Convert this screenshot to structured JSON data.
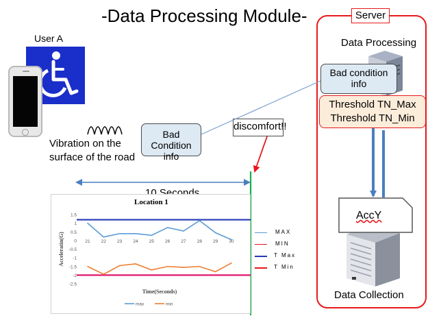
{
  "title": "-Data Processing Module-",
  "user_label": "User A",
  "vibration_caption": [
    "Vibration on the",
    "surface of the road"
  ],
  "bad_condition_left": [
    "Bad Condition",
    "info"
  ],
  "bad_condition_right": [
    "Bad condition",
    "info"
  ],
  "discomfort_label": "discomfort!!",
  "server_label": "Server",
  "data_processing_label": "Data Processing",
  "threshold_lines": [
    "Threshold TN_Max",
    "Threshold TN_Min"
  ],
  "acc_label": "AccY",
  "data_collection_label": "Data Collection",
  "ten_seconds_label": "10 Seconds",
  "colors": {
    "server_red": "#e8181b",
    "info_box_fill": "#dde9f3",
    "threshold_fill": "#fcecda",
    "arrow_blue": "#4a7fc1",
    "wheelchair_blue": "#1a2ec9",
    "green_line": "#12b14a"
  },
  "chart_data": {
    "type": "line",
    "title": "Location 1",
    "xlabel": "Time(Seconds)",
    "ylabel": "Acceleratin(G)",
    "categories": [
      21,
      22,
      23,
      24,
      25,
      26,
      27,
      28,
      29,
      30
    ],
    "yticks": [
      1.5,
      1,
      0.5,
      0,
      -0.5,
      -1,
      -1.5,
      -2,
      -2.5
    ],
    "ylim": [
      -2.5,
      1.5
    ],
    "series": [
      {
        "name": "max",
        "color": "#5b9bd5",
        "values": [
          1.0,
          0.2,
          0.4,
          0.4,
          0.3,
          0.75,
          0.55,
          1.15,
          0.45,
          0.05
        ]
      },
      {
        "name": "min",
        "color": "#ed7d31",
        "values": [
          -1.5,
          -1.95,
          -1.45,
          -1.35,
          -1.7,
          -1.5,
          -1.55,
          -1.5,
          -1.8,
          -1.3
        ]
      }
    ],
    "thresholds": [
      {
        "name": "T Max",
        "value": 1.2,
        "color": "#2338b5"
      },
      {
        "name": "T Min",
        "value": -2.0,
        "color": "#e0156e"
      }
    ],
    "side_legend": [
      {
        "label": "MAX",
        "color": "#5b9bd5"
      },
      {
        "label": "MIN",
        "color": "#e8181b"
      },
      {
        "label": "T Max",
        "color": "#2338b5"
      },
      {
        "label": "T Min",
        "color": "#e8181b"
      }
    ]
  }
}
